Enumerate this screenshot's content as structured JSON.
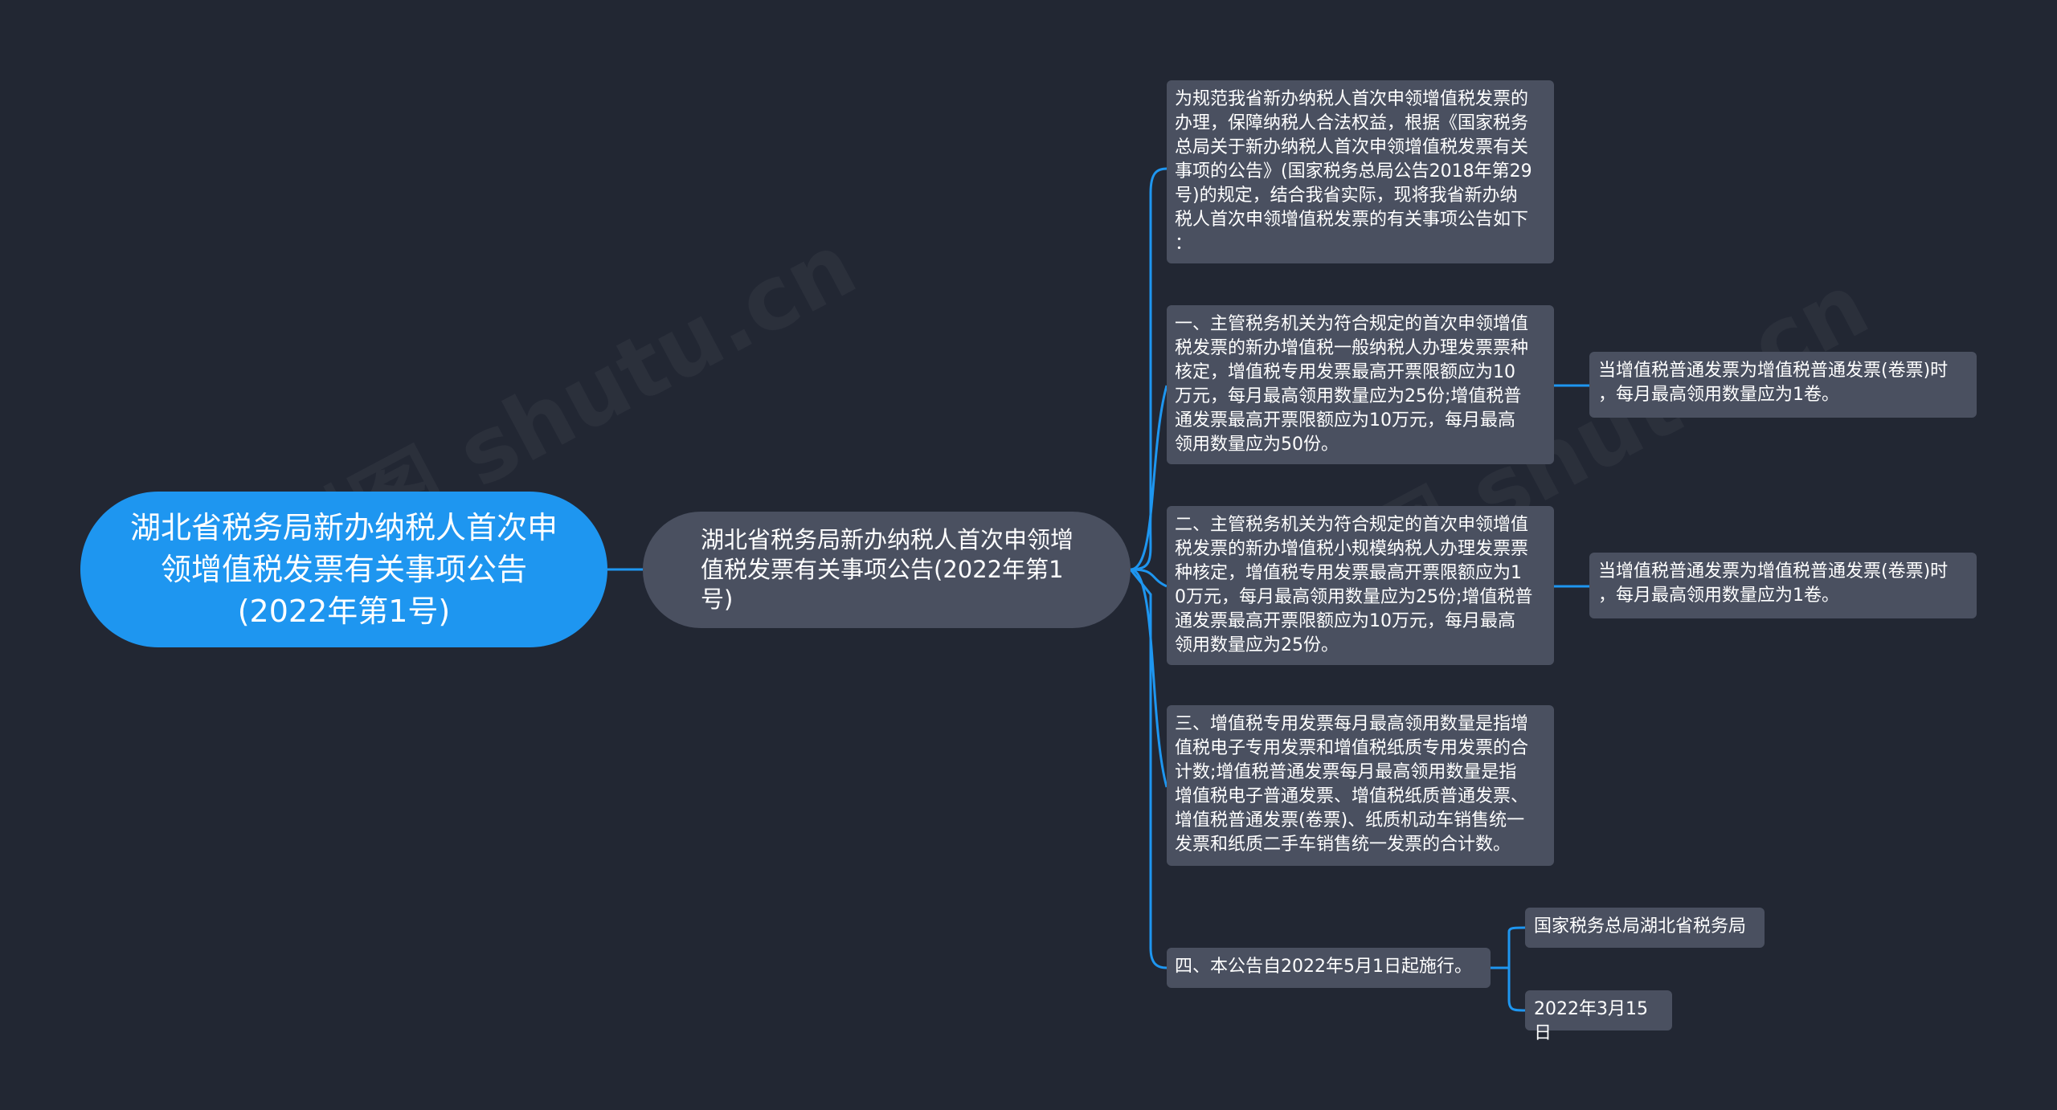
{
  "root": {
    "text": "湖北省税务局新办纳税人首次申领增值税发票有关事项公告(2022年第1号)"
  },
  "center": {
    "text": "湖北省税务局新办纳税人首次申领增值税发票有关事项公告(2022年第1号)"
  },
  "branches": [
    {
      "text": "为规范我省新办纳税人首次申领增值税发票的\n办理，保障纳税人合法权益，根据《国家税务\n总局关于新办纳税人首次申领增值税发票有关\n事项的公告》(国家税务总局公告2018年第29\n号)的规定，结合我省实际，现将我省新办纳\n税人首次申领增值税发票的有关事项公告如下\n："
    },
    {
      "text": "一、主管税务机关为符合规定的首次申领增值\n税发票的新办增值税一般纳税人办理发票票种\n核定，增值税专用发票最高开票限额应为10\n万元，每月最高领用数量应为25份;增值税普\n通发票最高开票限额应为10万元，每月最高\n领用数量应为50份。",
      "child": "当增值税普通发票为增值税普通发票(卷票)时\n，每月最高领用数量应为1卷。"
    },
    {
      "text": "二、主管税务机关为符合规定的首次申领增值\n税发票的新办增值税小规模纳税人办理发票票\n种核定，增值税专用发票最高开票限额应为1\n0万元，每月最高领用数量应为25份;增值税普\n通发票最高开票限额应为10万元，每月最高\n领用数量应为25份。",
      "child": "当增值税普通发票为增值税普通发票(卷票)时\n，每月最高领用数量应为1卷。"
    },
    {
      "text": "三、增值税专用发票每月最高领用数量是指增\n值税电子专用发票和增值税纸质专用发票的合\n计数;增值税普通发票每月最高领用数量是指\n增值税电子普通发票、增值税纸质普通发票、\n增值税普通发票(卷票)、纸质机动车销售统一\n发票和纸质二手车销售统一发票的合计数。"
    },
    {
      "text": "四、本公告自2022年5月1日起施行。",
      "children": [
        "国家税务总局湖北省税务局",
        "2022年3月15日"
      ]
    }
  ],
  "watermark": "树图 shutu.cn",
  "colors": {
    "background": "#222733",
    "root": "#1e96f0",
    "node": "#4a5060",
    "line": "#1e96f0"
  }
}
